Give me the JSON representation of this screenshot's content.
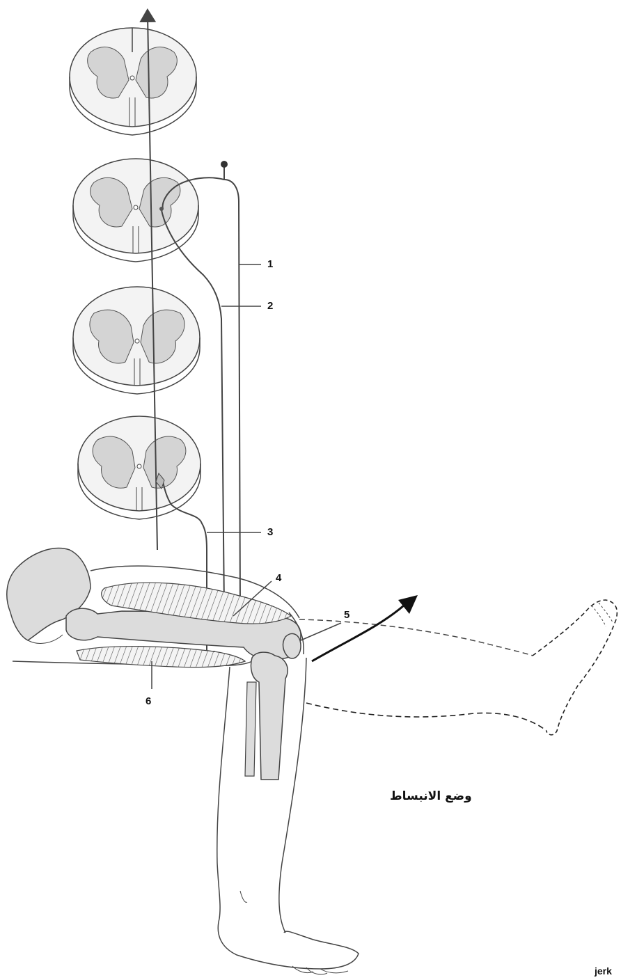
{
  "diagram": {
    "labels": {
      "l1": "1",
      "l2": "2",
      "l3": "3",
      "l4": "4",
      "l5": "5",
      "l6": "6"
    },
    "arabic_caption": "وضع الانبساط",
    "corner_text": "jerk"
  },
  "colors": {
    "ink": "#333333",
    "grey_matter": "#d4d4d4",
    "bone": "#dcdcdc",
    "arrow": "#111111"
  }
}
